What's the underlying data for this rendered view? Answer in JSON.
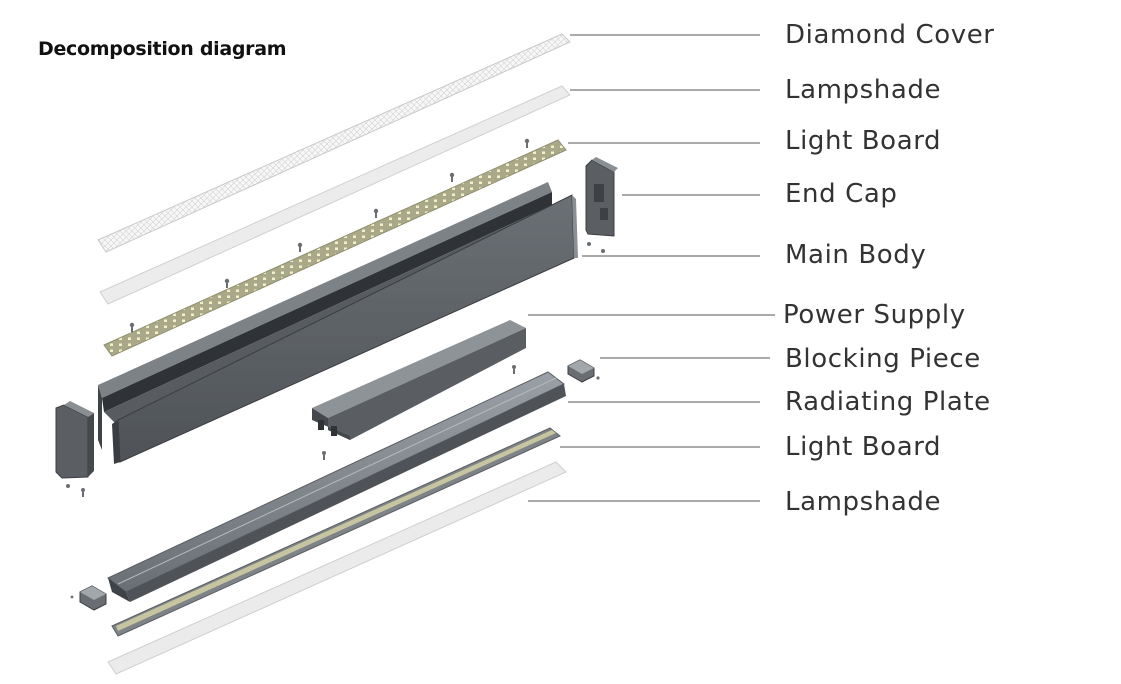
{
  "title": "Decomposition diagram",
  "colors": {
    "text": "#333333",
    "leader": "#555555",
    "aluminium": "#5e6266",
    "aluminium_dark": "#3f4347",
    "aluminium_light": "#8a8f94",
    "diffuser": "#eeeeee",
    "led_board": "#b8b48a"
  },
  "callouts": [
    {
      "id": "diamond-cover",
      "label": "Diamond Cover"
    },
    {
      "id": "lampshade-top",
      "label": "Lampshade"
    },
    {
      "id": "light-board-top",
      "label": "Light Board"
    },
    {
      "id": "end-cap",
      "label": "End Cap"
    },
    {
      "id": "main-body",
      "label": "Main Body"
    },
    {
      "id": "power-supply",
      "label": "Power Supply"
    },
    {
      "id": "blocking-piece",
      "label": "Blocking Piece"
    },
    {
      "id": "radiating-plate",
      "label": "Radiating Plate"
    },
    {
      "id": "light-board-bottom",
      "label": "Light Board"
    },
    {
      "id": "lampshade-bottom",
      "label": "Lampshade"
    }
  ]
}
